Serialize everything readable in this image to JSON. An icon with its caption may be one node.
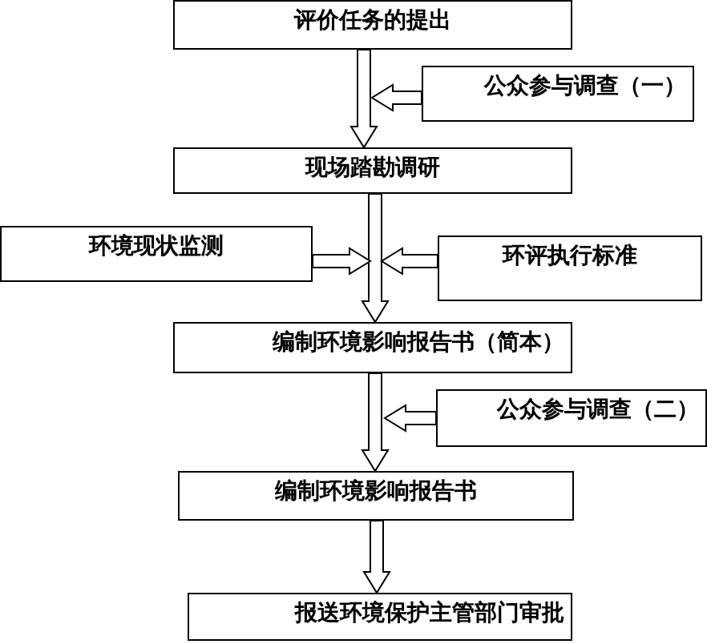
{
  "diagram": {
    "nodes": [
      {
        "text": [
          "评价任务的提出"
        ]
      },
      {
        "text": [
          "公众参与调查（一）"
        ]
      },
      {
        "text": [
          "现场踏勘调研"
        ]
      },
      {
        "text": [
          "环境现状监测"
        ]
      },
      {
        "text": [
          "环评执行标准"
        ]
      },
      {
        "text": [
          "编制环境影响报告书（简本）"
        ]
      },
      {
        "text": [
          "公众参与调查（二）"
        ]
      },
      {
        "text": [
          "编制环境影响报告书"
        ]
      },
      {
        "text": [
          "报送环境保护主管部门审批"
        ]
      }
    ],
    "edges": [
      {
        "from": 0,
        "to": 2,
        "arrow": "to"
      },
      {
        "from": 1,
        "to": null,
        "arrow": "to"
      },
      {
        "from": 2,
        "to": 5,
        "arrow": "to"
      },
      {
        "from": 3,
        "to": null,
        "arrow": "to"
      },
      {
        "from": 4,
        "to": null,
        "arrow": "to"
      },
      {
        "from": 5,
        "to": 7,
        "arrow": "to"
      },
      {
        "from": 6,
        "to": null,
        "arrow": "to"
      },
      {
        "from": 7,
        "to": 8,
        "arrow": "to"
      }
    ]
  }
}
